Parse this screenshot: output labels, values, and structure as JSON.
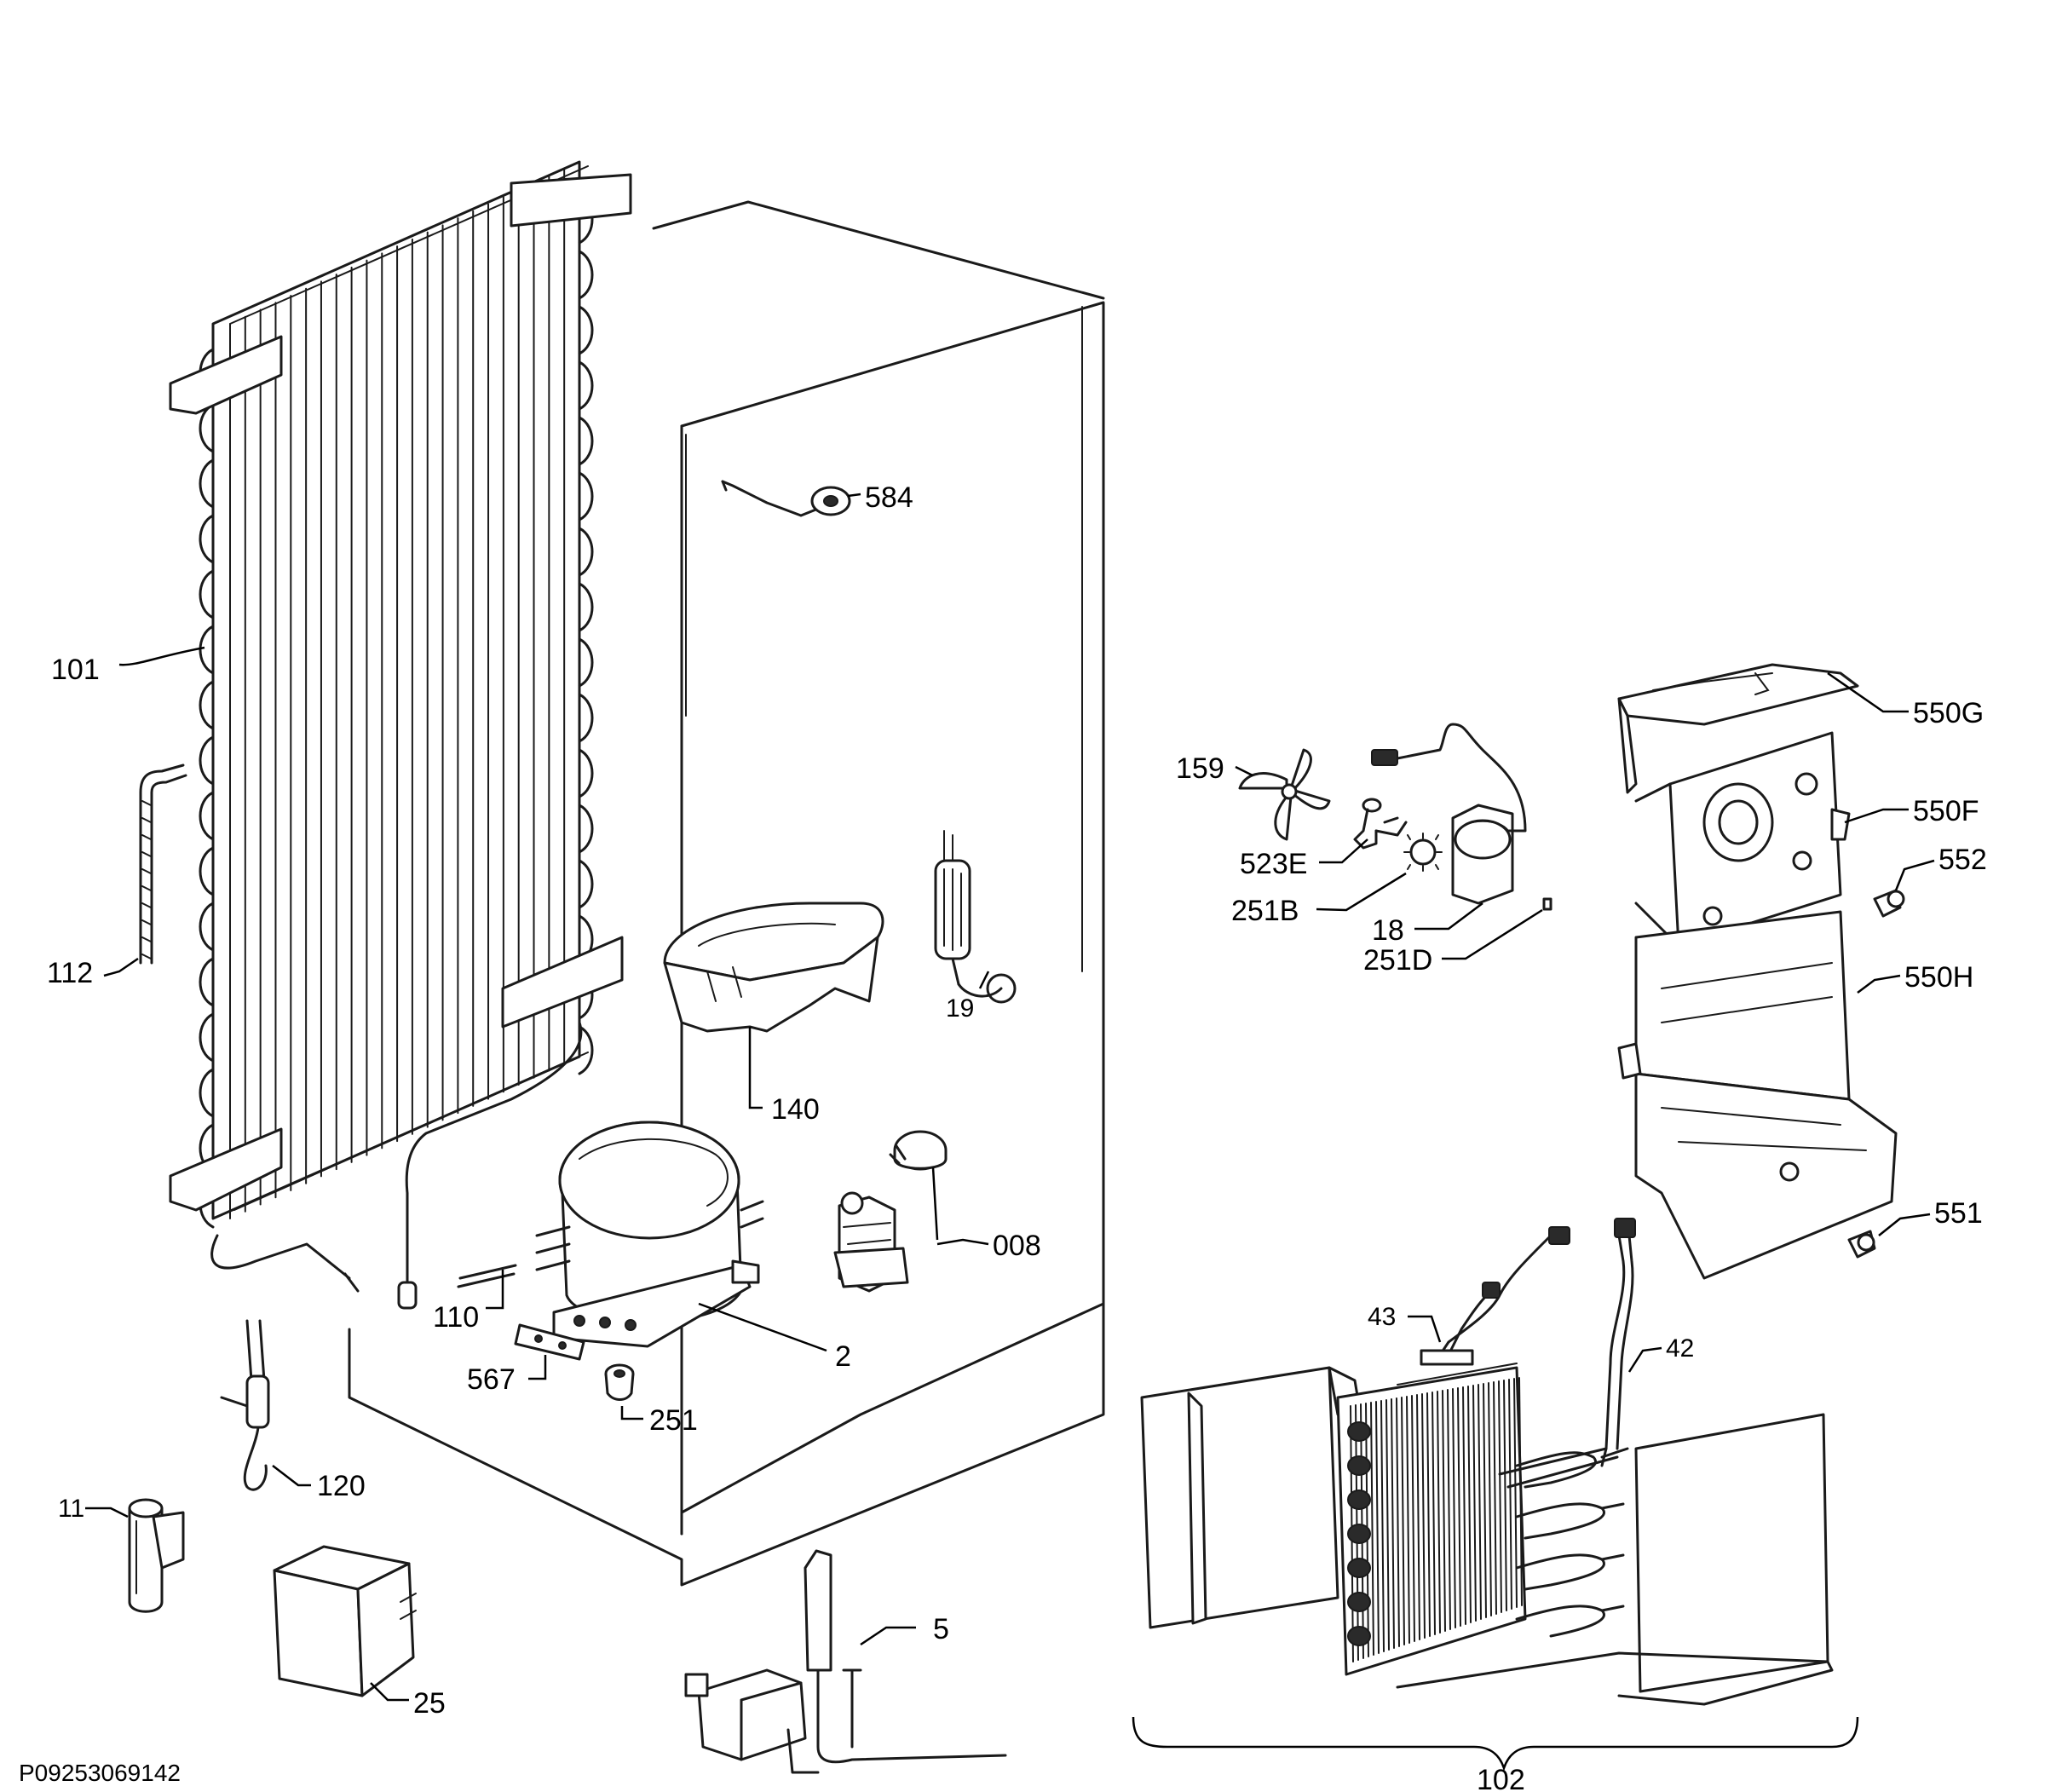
{
  "document_id": "P09253069142",
  "parts": [
    {
      "ref": "584"
    },
    {
      "ref": "101"
    },
    {
      "ref": "112"
    },
    {
      "ref": "140"
    },
    {
      "ref": "19"
    },
    {
      "ref": "008"
    },
    {
      "ref": "110"
    },
    {
      "ref": "2"
    },
    {
      "ref": "567"
    },
    {
      "ref": "251"
    },
    {
      "ref": "120"
    },
    {
      "ref": "11"
    },
    {
      "ref": "25"
    },
    {
      "ref": "5"
    },
    {
      "ref": "159"
    },
    {
      "ref": "523E"
    },
    {
      "ref": "251B"
    },
    {
      "ref": "18"
    },
    {
      "ref": "251D"
    },
    {
      "ref": "550G"
    },
    {
      "ref": "550F"
    },
    {
      "ref": "552"
    },
    {
      "ref": "550H"
    },
    {
      "ref": "551"
    },
    {
      "ref": "43"
    },
    {
      "ref": "42"
    },
    {
      "ref": "102"
    }
  ]
}
